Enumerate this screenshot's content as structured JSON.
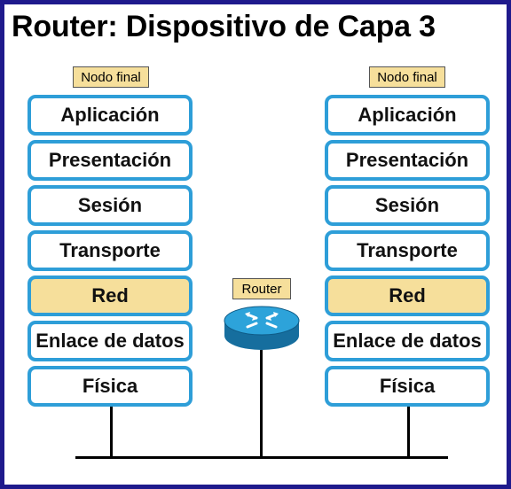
{
  "title": "Router: Dispositivo de Capa 3",
  "left_node": {
    "tag": "Nodo final",
    "layers": [
      "Aplicación",
      "Presentación",
      "Sesión",
      "Transporte",
      "Red",
      "Enlace de datos",
      "Física"
    ]
  },
  "right_node": {
    "tag": "Nodo final",
    "layers": [
      "Aplicación",
      "Presentación",
      "Sesión",
      "Transporte",
      "Red",
      "Enlace de datos",
      "Física"
    ]
  },
  "router": {
    "tag": "Router",
    "icon": "router-icon"
  },
  "colors": {
    "frame": "#1f1a8c",
    "layer_border": "#2e9ed8",
    "highlight": "#f6df9b",
    "router": "#1f8fc8"
  }
}
